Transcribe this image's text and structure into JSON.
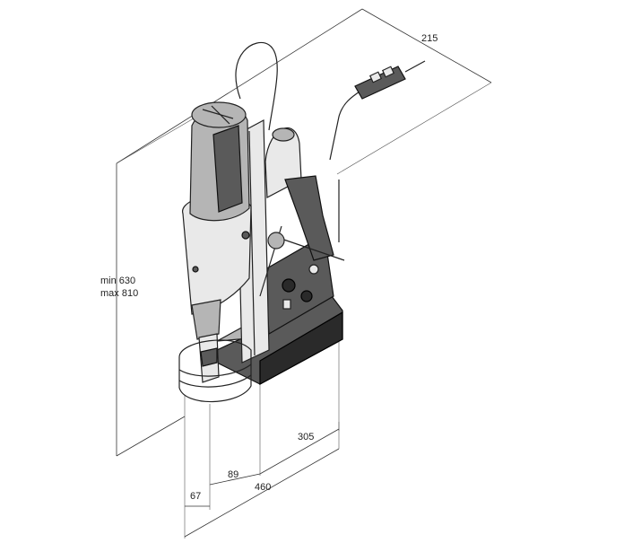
{
  "dimensions": {
    "depth_top": "215",
    "height_min": "min  630",
    "height_max": "max 810",
    "base_length": "305",
    "offset_small": "67",
    "offset_mid": "89",
    "overall_length": "460"
  }
}
